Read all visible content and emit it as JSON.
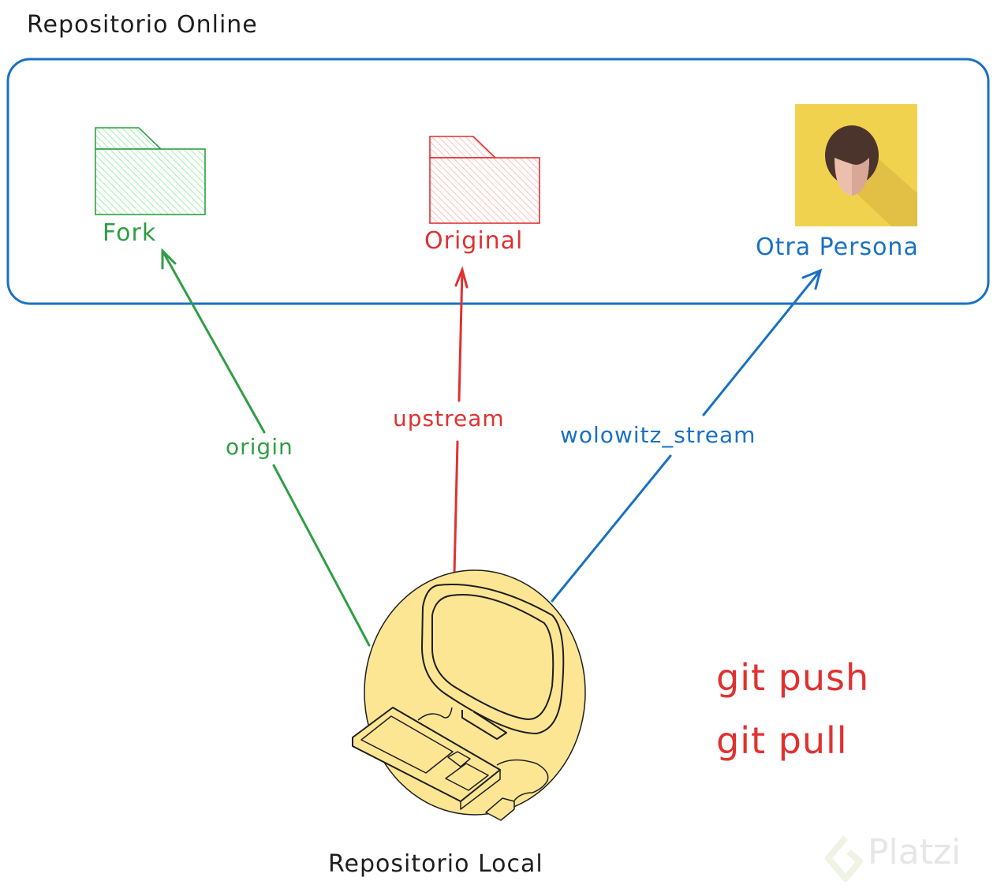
{
  "title": "Repositorio Online",
  "colors": {
    "green": "#2f9e44",
    "green_fill": "#b2f2bb",
    "red": "#e03131",
    "red_fill": "#ffc9c9",
    "blue": "#1971c2",
    "avatar_bg": "#f1d24f",
    "computer_fill": "#fce694",
    "ink": "#1e1e1e"
  },
  "online_box": {
    "nodes": [
      {
        "id": "fork",
        "label": "Fork",
        "icon": "folder-icon",
        "color": "green"
      },
      {
        "id": "original",
        "label": "Original",
        "icon": "folder-icon",
        "color": "red"
      },
      {
        "id": "otra",
        "label": "Otra Persona",
        "icon": "avatar-icon",
        "color": "blue"
      }
    ]
  },
  "remotes": [
    {
      "name": "origin",
      "target": "fork",
      "color": "green"
    },
    {
      "name": "upstream",
      "target": "original",
      "color": "red"
    },
    {
      "name": "wolowitz_stream",
      "target": "otra",
      "color": "blue"
    }
  ],
  "local": {
    "label": "Repositorio Local",
    "icon": "computer-icon"
  },
  "commands": [
    "git push",
    "git pull"
  ],
  "watermark": "Platzi"
}
